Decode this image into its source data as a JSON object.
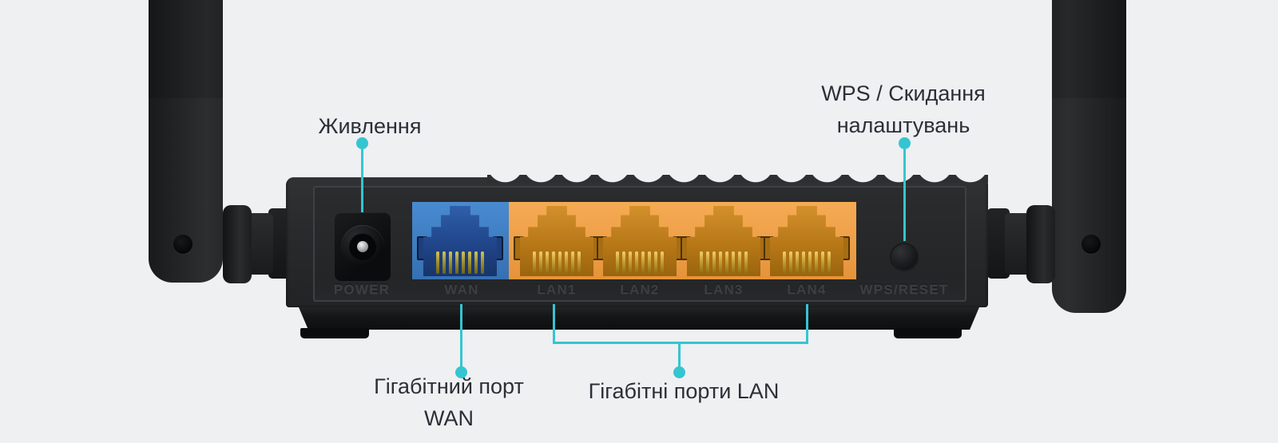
{
  "page": {
    "background": "#eef0f2",
    "accent_color": "#35c5d1",
    "text_color": "#2b2f36"
  },
  "callouts": {
    "power": {
      "label": "Живлення"
    },
    "wps": {
      "line1": "WPS / Скидання",
      "line2": "налаштувань"
    },
    "wan": {
      "line1": "Гігабітний порт",
      "line2": "WAN"
    },
    "lan": {
      "label": "Гігабітні порти LAN"
    }
  },
  "device": {
    "type": "router-rear-panel",
    "port_labels": {
      "power": "POWER",
      "wan": "WAN",
      "lan1": "LAN1",
      "lan2": "LAN2",
      "lan3": "LAN3",
      "lan4": "LAN4",
      "wps": "WPS/RESET"
    },
    "colors": {
      "wan_port": "#3f7fc4",
      "lan_ports": "#efa14a",
      "body": "#28292b",
      "background": "#eef0f2"
    }
  }
}
